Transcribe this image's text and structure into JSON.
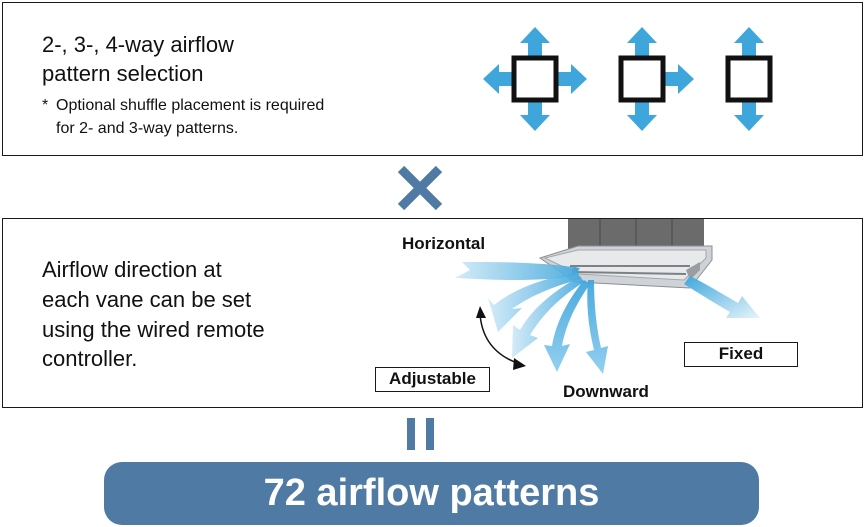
{
  "pattern_panel": {
    "title_line1": "2-, 3-, 4-way airflow",
    "title_line2": "pattern selection",
    "note_mark": "*",
    "note_line1": "Optional shuffle placement is required",
    "note_line2": "for 2- and 3-way patterns."
  },
  "operators": {
    "multiply": "×",
    "equals": "="
  },
  "direction_panel": {
    "desc_line1": "Airflow direction at",
    "desc_line2": "each vane can be set",
    "desc_line3": "using the wired remote",
    "desc_line4": "controller.",
    "label_horizontal": "Horizontal",
    "label_adjustable": "Adjustable",
    "label_downward": "Downward",
    "label_fixed": "Fixed"
  },
  "result": {
    "text": "72 airflow patterns"
  },
  "colors": {
    "arrow": "#3fa6dc",
    "operator": "#4f7aa3",
    "result_bar": "#4f7aa3"
  },
  "icons": [
    "4-way-airflow-icon",
    "3-way-airflow-icon",
    "2-way-airflow-icon",
    "multiply-icon",
    "equals-icon",
    "cassette-unit-icon"
  ]
}
